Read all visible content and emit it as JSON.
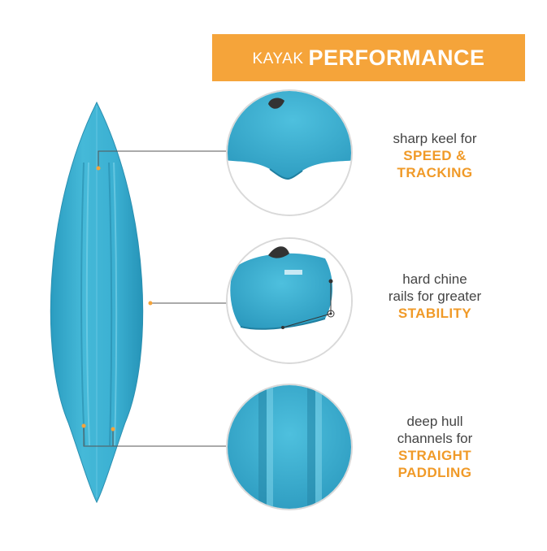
{
  "banner": {
    "word1": "KAYAK",
    "word2": "PERFORMANCE"
  },
  "features": [
    {
      "line1": "sharp keel for",
      "line2": "",
      "highlight1": "SPEED &",
      "highlight2": "TRACKING"
    },
    {
      "line1": "hard chine",
      "line2": "rails for greater",
      "highlight1": "STABILITY",
      "highlight2": ""
    },
    {
      "line1": "deep hull",
      "line2": "channels for",
      "highlight1": "STRAIGHT",
      "highlight2": "PADDLING"
    }
  ],
  "colors": {
    "banner": "#f5a43a",
    "highlight": "#f09a28",
    "text": "#444444",
    "hull": "#3fb4d3",
    "hull_dark": "#2a94b6"
  }
}
